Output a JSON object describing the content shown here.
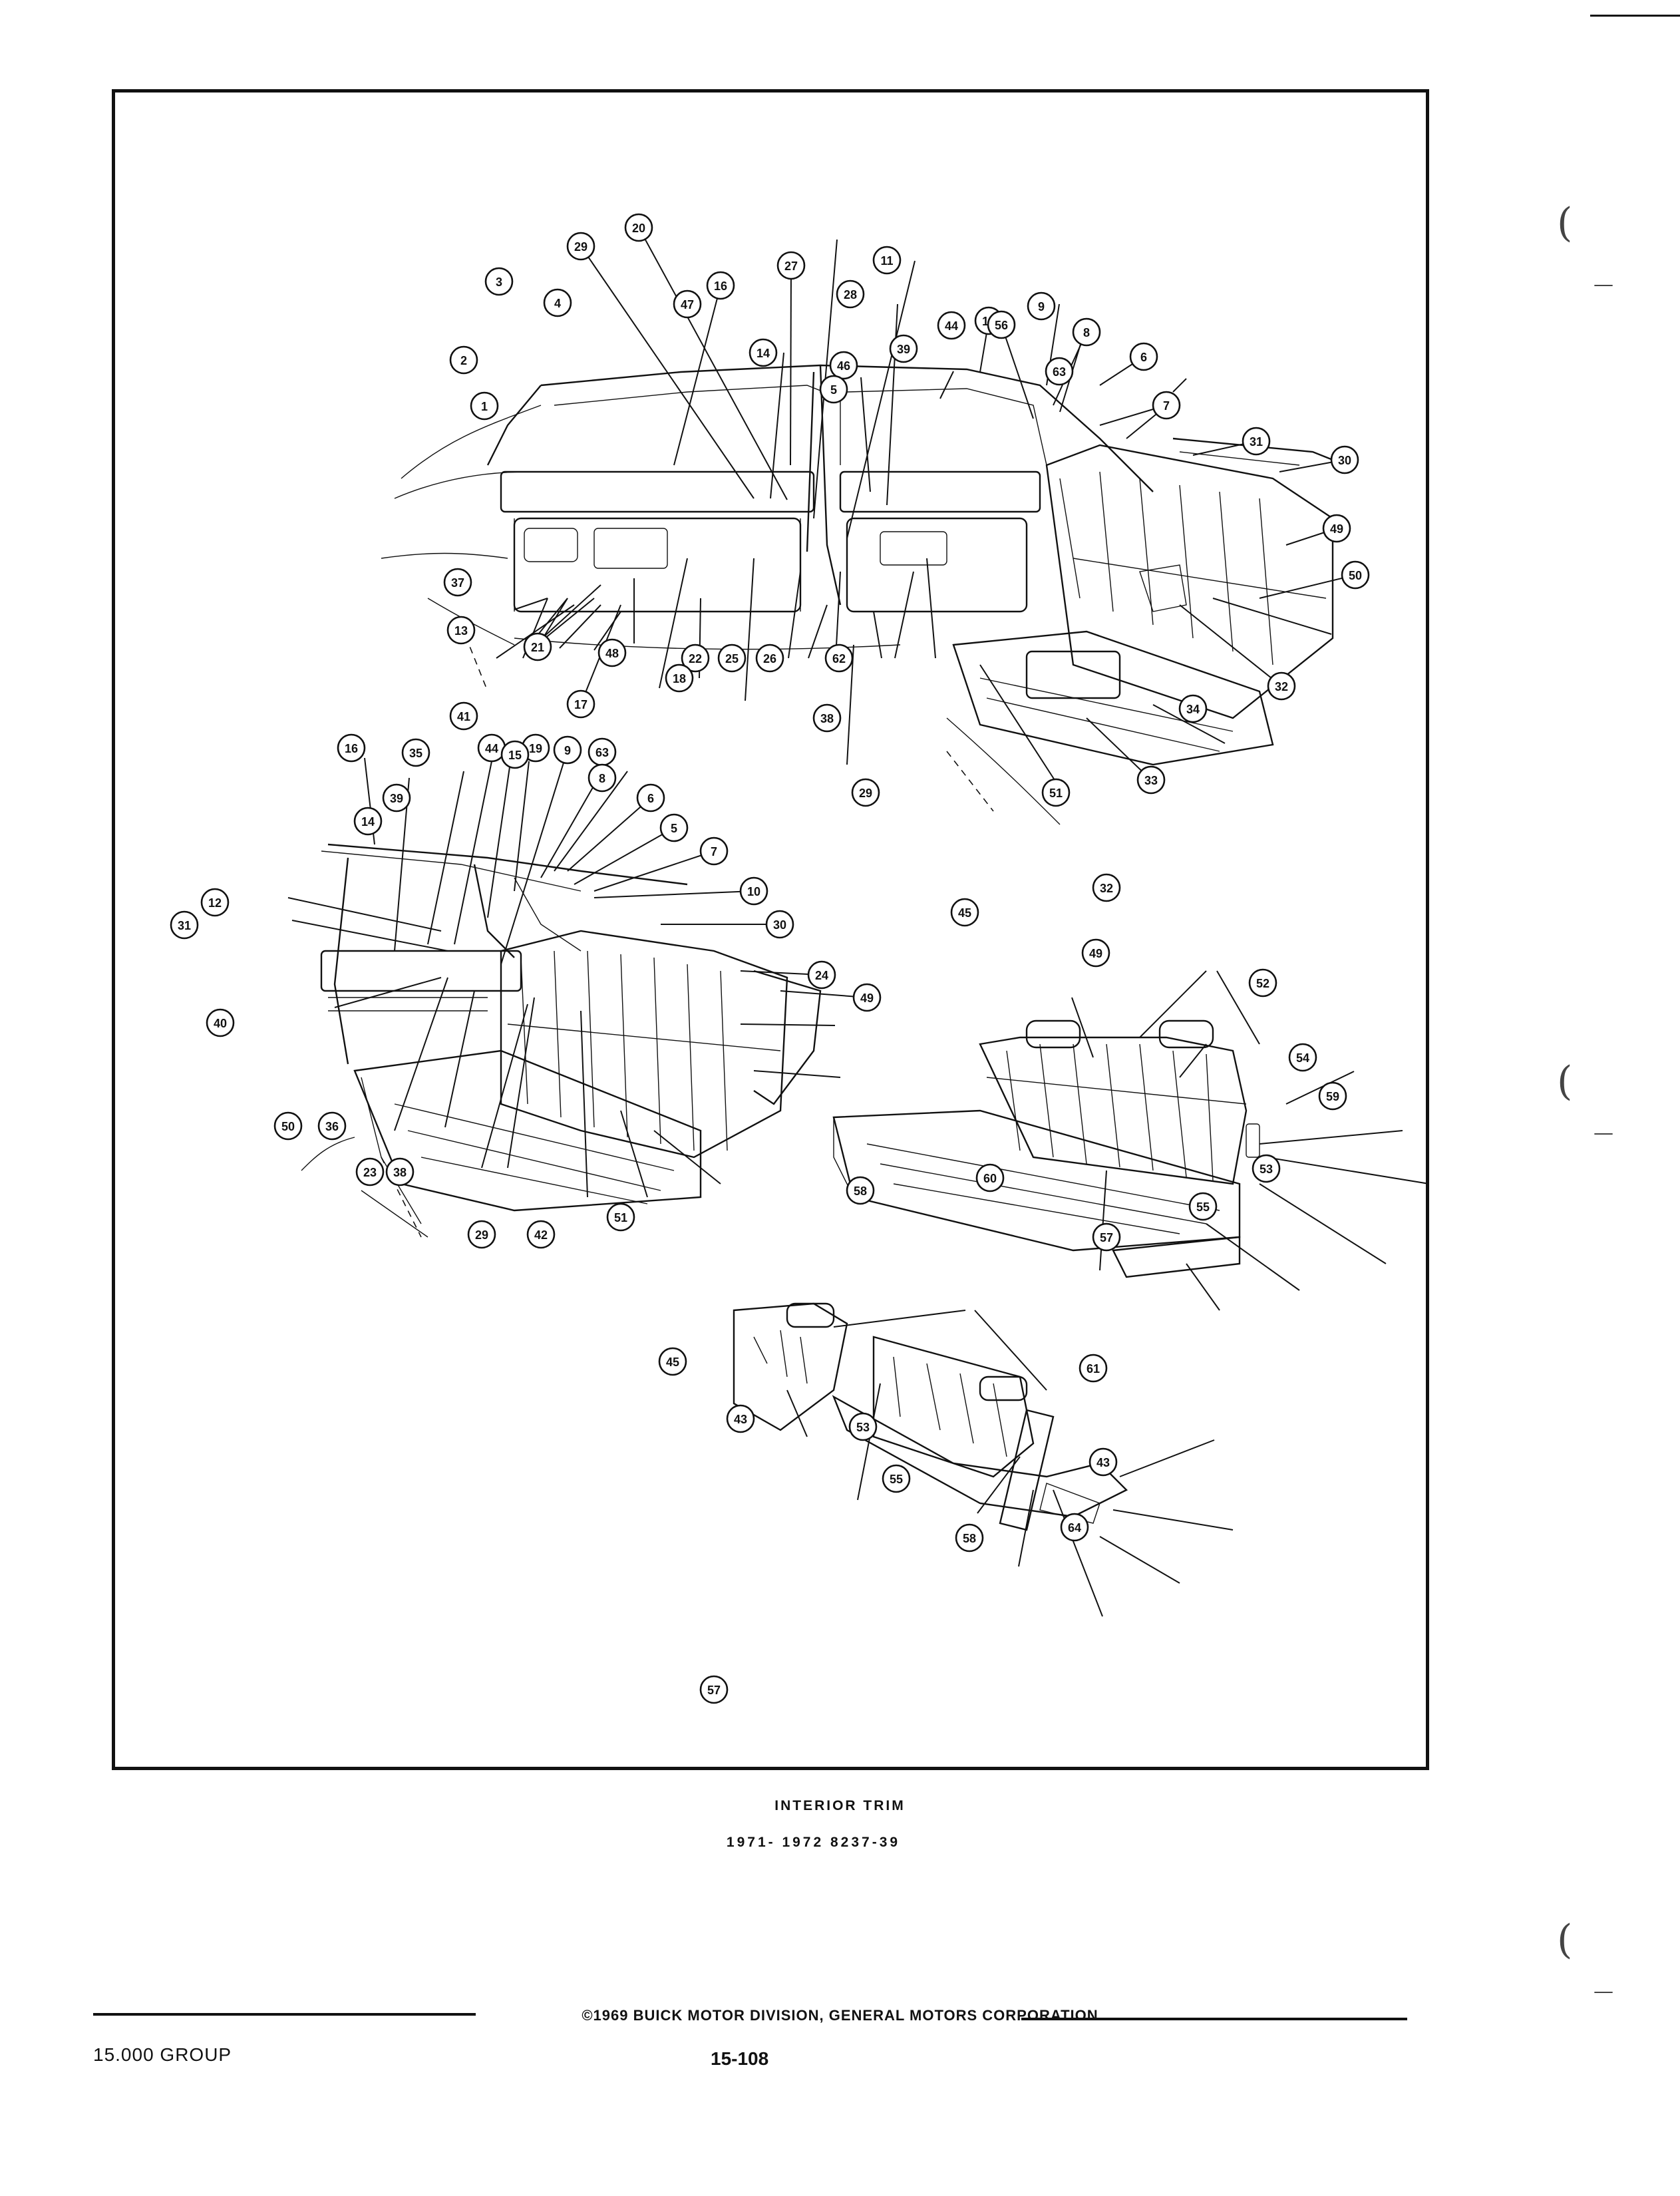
{
  "caption": {
    "title": "INTERIOR TRIM",
    "models": "1971- 1972 8237-39"
  },
  "footer": {
    "copyright": "©1969 BUICK MOTOR DIVISION, GENERAL MOTORS CORPORATION",
    "group": "15.000 GROUP",
    "page": "15-108"
  },
  "callouts": [
    "20",
    "29",
    "16",
    "27",
    "11",
    "3",
    "4",
    "47",
    "28",
    "15",
    "56",
    "9",
    "14",
    "46",
    "39",
    "44",
    "63",
    "8",
    "2",
    "6",
    "5",
    "1",
    "7",
    "31",
    "30",
    "49",
    "37",
    "50",
    "13",
    "21",
    "22",
    "25",
    "26",
    "62",
    "17",
    "48",
    "18",
    "34",
    "38",
    "32",
    "29",
    "51",
    "33",
    "16",
    "35",
    "41",
    "44",
    "19",
    "15",
    "9",
    "63",
    "39",
    "14",
    "8",
    "6",
    "5",
    "12",
    "7",
    "31",
    "10",
    "30",
    "40",
    "24",
    "49",
    "50",
    "36",
    "23",
    "38",
    "29",
    "42",
    "51",
    "32",
    "45",
    "49",
    "52",
    "54",
    "59",
    "60",
    "55",
    "53",
    "57",
    "58",
    "45",
    "43",
    "61",
    "53",
    "43",
    "55",
    "64",
    "58",
    "57"
  ]
}
